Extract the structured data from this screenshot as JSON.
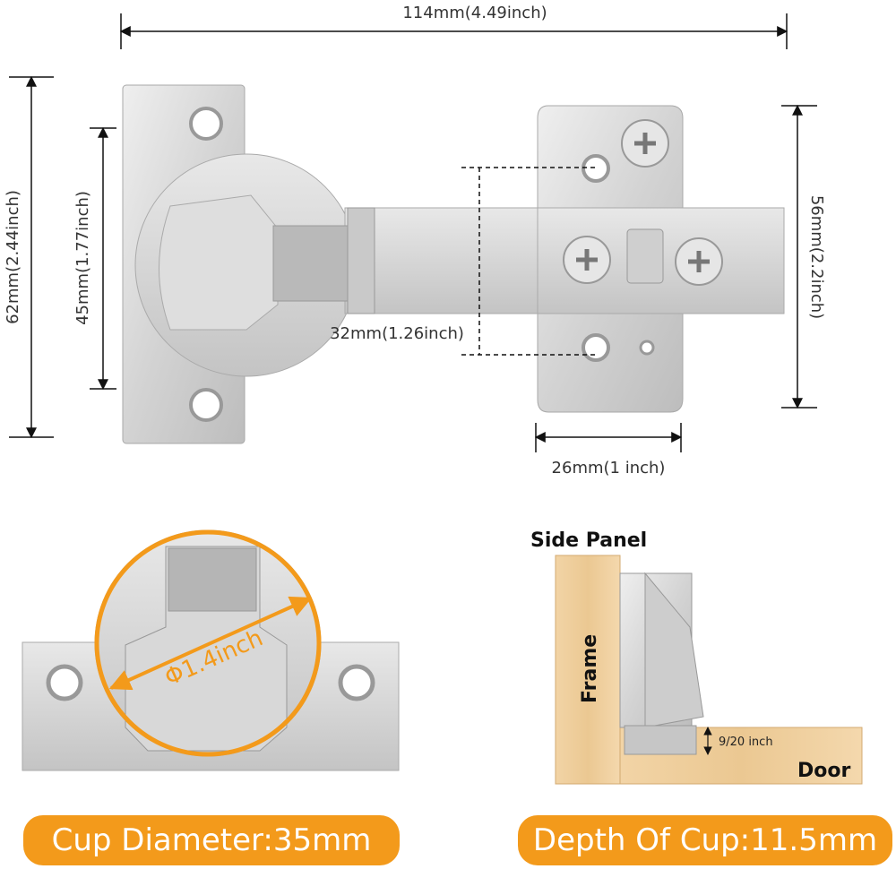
{
  "dimensions": {
    "overall_width": "114mm(4.49inch)",
    "plate_height": "62mm(2.44inch)",
    "hole_spacing": "45mm(1.77inch)",
    "arm_width": "32mm(1.26inch)",
    "mount_height": "56mm(2.2inch)",
    "mount_width": "26mm(1 inch)"
  },
  "cup": {
    "diameter_label": "Φ1.4inch",
    "pill": "Cup Diameter:35mm"
  },
  "installation": {
    "side_panel": "Side Panel",
    "frame": "Frame",
    "door": "Door",
    "overlay": "9/20 inch",
    "pill": "Depth Of Cup:11.5mm"
  },
  "colors": {
    "accent": "#f39a1b",
    "metal": "#cfcfcf",
    "wood": "#efcf9e"
  }
}
